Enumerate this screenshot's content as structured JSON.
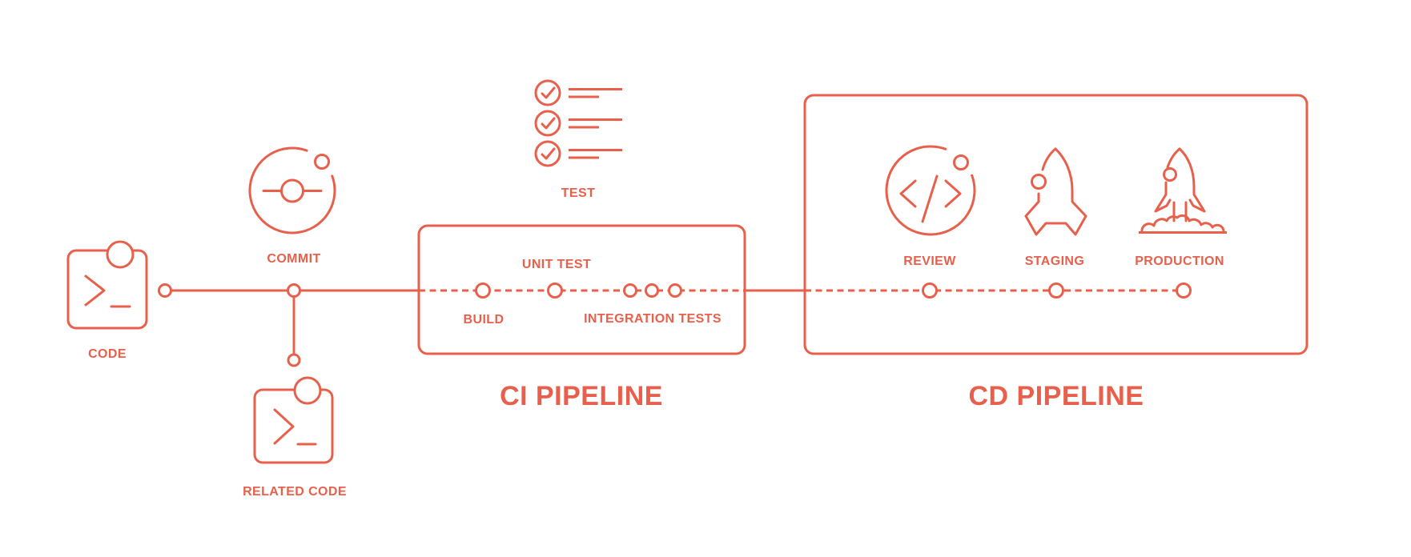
{
  "colors": {
    "accent": "#e8604c",
    "background": "#ffffff"
  },
  "source_flow": {
    "code": {
      "label": "CODE",
      "icon": "terminal-code-icon"
    },
    "commit": {
      "label": "COMMIT",
      "icon": "git-commit-icon"
    },
    "related_code": {
      "label": "RELATED CODE",
      "icon": "terminal-code-icon"
    }
  },
  "test_checklist": {
    "label": "TEST",
    "icon": "checklist-icon",
    "items": 3
  },
  "ci_pipeline": {
    "title": "CI PIPELINE",
    "stages": {
      "build": "BUILD",
      "unit_test": "UNIT TEST",
      "integration_tests": "INTEGRATION TESTS"
    }
  },
  "cd_pipeline": {
    "title": "CD PIPELINE",
    "stages": {
      "review": "REVIEW",
      "staging": "STAGING",
      "production": "PRODUCTION"
    },
    "icons": {
      "review": "code-review-icon",
      "staging": "rocket-icon",
      "production": "rocket-launch-icon"
    }
  }
}
